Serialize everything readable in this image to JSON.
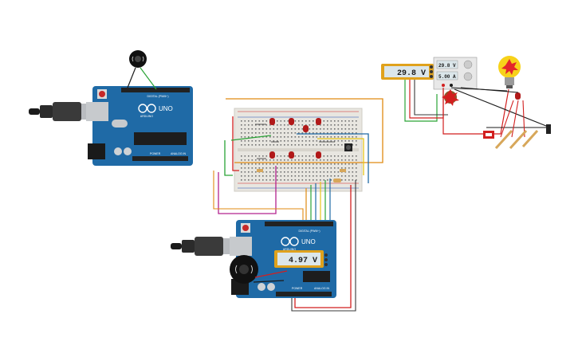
{
  "colors": {
    "arduino_board": "#1f6aa6",
    "arduino_dark": "#174f7d",
    "breadboard": "#e8e6e0",
    "wire_red": "#d21f1f",
    "wire_orange": "#e08a12",
    "wire_green": "#2aa336",
    "wire_magenta": "#b3238f",
    "wire_yellow": "#e6c619",
    "wire_dark": "#3a3a3a",
    "lcd_bg": "#dbe6ea",
    "lcd_frame": "#e0a21c",
    "led_red": "#b11919",
    "bulb_yellow": "#f7d21a"
  },
  "arduino_top": {
    "model": "UNO",
    "brand": "ARDUINO",
    "digital_label": "DIGITAL (PWM~)",
    "power_label": "POWER",
    "analog_label": "ANALOG IN"
  },
  "arduino_bottom": {
    "model": "UNO",
    "brand": "ARDUINO",
    "digital_label": "DIGITAL (PWM~)",
    "power_label": "POWER",
    "analog_label": "ANALOG IN"
  },
  "multimeter_arduino": {
    "reading": "4.97 V"
  },
  "multimeter_top": {
    "reading": "29.8 V"
  },
  "power_supply": {
    "voltage": "29.8 V",
    "current": "5.00 A"
  },
  "icons": {
    "buzzer": "piezo-buzzer-icon",
    "bulb": "light-bulb-icon",
    "usb": "usb-cable-icon"
  }
}
